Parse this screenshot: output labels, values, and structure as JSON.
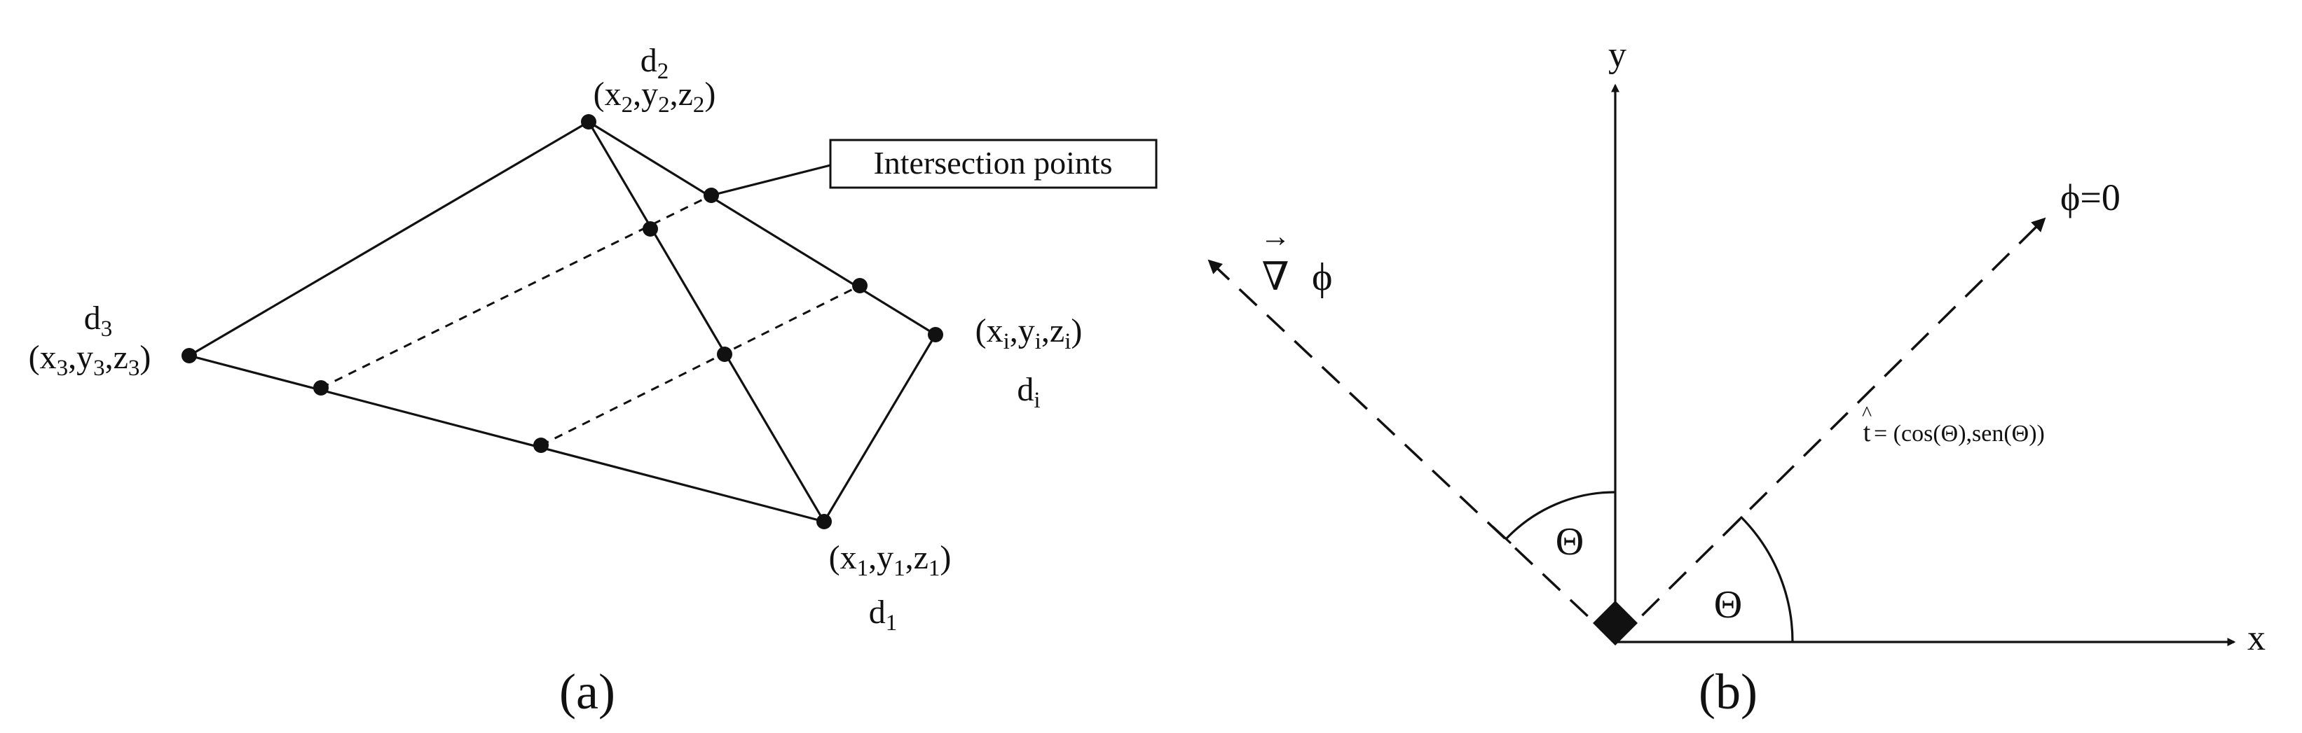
{
  "panel_a": {
    "caption": "(a)",
    "callout": "Intersection points",
    "vertices": {
      "d2": {
        "name": "d",
        "name_sub": "2",
        "coord": [
          "(x",
          "2",
          ",y",
          "2",
          ",z",
          "2",
          ")"
        ]
      },
      "d3": {
        "name": "d",
        "name_sub": "3",
        "coord": [
          "(x",
          "3",
          ",y",
          "3",
          ",z",
          "3",
          ")"
        ]
      },
      "di": {
        "name": "d",
        "name_sub": "i",
        "coord": [
          "(x",
          "i",
          ",y",
          "i",
          ",z",
          "i",
          ")"
        ]
      },
      "d1": {
        "name": "d",
        "name_sub": "1",
        "coord": [
          "(x",
          "1",
          ",y",
          "1",
          ",z",
          "1",
          ")"
        ]
      }
    }
  },
  "panel_b": {
    "caption": "(b)",
    "axis_x": "x",
    "axis_y": "y",
    "contour_label": "ϕ=0",
    "gradient_nabla": "∇",
    "gradient_phi": "ϕ",
    "gradient_arrow": "→",
    "angle_label_1": "Θ",
    "angle_label_2": "Θ",
    "tangent_hat": "^",
    "tangent_t": "t",
    "tangent_formula": " = (cos(Θ),sen(Θ))"
  }
}
